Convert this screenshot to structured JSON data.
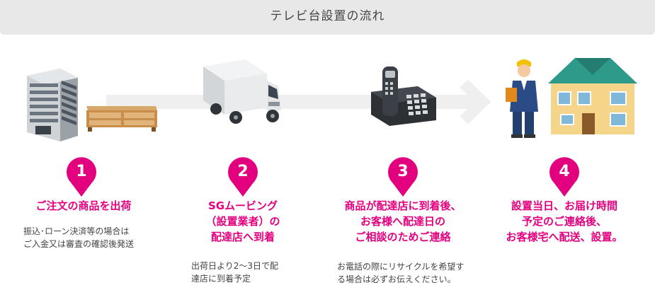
{
  "header": {
    "title": "テレビ台設置の流れ"
  },
  "colors": {
    "accent": "#e3007f",
    "header_bg": "#e8e8e8",
    "arrow": "#eeeeee"
  },
  "steps": [
    {
      "number": "1",
      "title_lines": [
        "ご注文の商品を出荷"
      ],
      "note_lines": [
        "振込･ローン決済等の場合は",
        "ご入金又は審査の確認後発送"
      ],
      "icon": "building-and-tv-stand-icon"
    },
    {
      "number": "2",
      "title_lines": [
        "SGムービング",
        "（設置業者）の",
        "配達店へ到着"
      ],
      "note_lines": [
        "出荷日より2〜3日で配",
        "達店に到着予定"
      ],
      "icon": "delivery-truck-icon"
    },
    {
      "number": "3",
      "title_lines": [
        "商品が配達店に到着後、",
        "お客様へ配達日の",
        "ご相談のためご連絡"
      ],
      "note_lines": [
        "お電話の際にリサイクルを希望す",
        "る場合は必ずお伝えください。"
      ],
      "icon": "telephone-icon"
    },
    {
      "number": "4",
      "title_lines": [
        "設置当日、お届け時間",
        "予定のご連絡後、",
        "お客様宅へ配送、設置。"
      ],
      "note_lines": [],
      "icon": "worker-and-house-icon"
    }
  ]
}
